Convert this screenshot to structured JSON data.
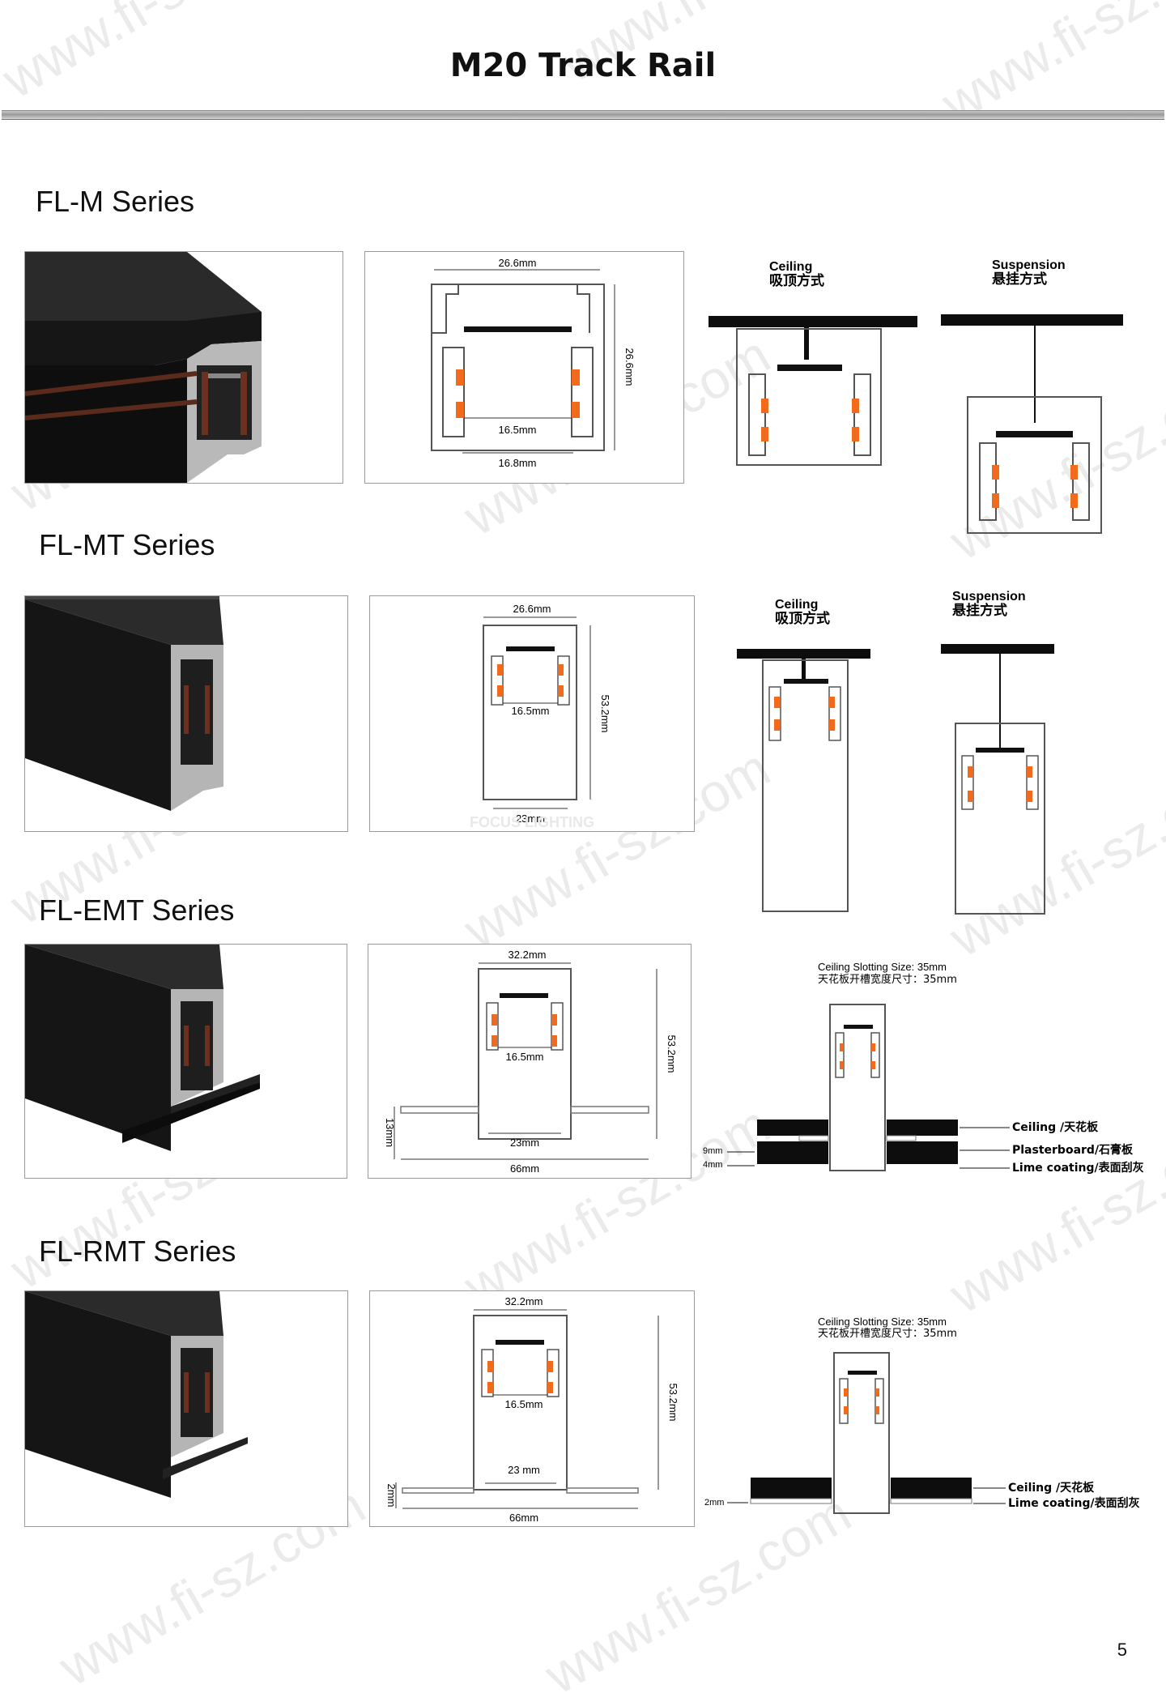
{
  "page": {
    "title": "M20 Track Rail",
    "page_number": "5",
    "watermark": "www.fi-sz.com"
  },
  "series": [
    {
      "name": "FL-M Series",
      "section_labels": {
        "width": "26.6mm",
        "height": "26.6mm",
        "inner": "16.5mm",
        "bottom": "16.8mm"
      },
      "install": {
        "ceiling_en": "Ceiling",
        "ceiling_cn": "吸顶方式",
        "suspension_en": "Suspension",
        "suspension_cn": "悬挂方式"
      }
    },
    {
      "name": "FL-MT Series",
      "section_labels": {
        "width": "26.6mm",
        "height": "53.2mm",
        "inner": "16.5mm",
        "bottom": "23mm",
        "brand": "FOCUS LIGHTING"
      },
      "install": {
        "ceiling_en": "Ceiling",
        "ceiling_cn": "吸顶方式",
        "suspension_en": "Suspension",
        "suspension_cn": "悬挂方式"
      }
    },
    {
      "name": "FL-EMT Series",
      "section_labels": {
        "width": "32.2mm",
        "height": "53.2mm",
        "inner": "16.5mm",
        "bottom": "23mm",
        "flange": "13mm",
        "total": "66mm"
      },
      "install": {
        "slot_en": "Ceiling Slotting Size:  35mm",
        "slot_cn": "天花板开槽宽度尺寸：35mm",
        "dim1": "9mm",
        "dim2": "4mm",
        "layer1": "Ceiling /天花板",
        "layer2": "Plasterboard/石膏板",
        "layer3": "Lime coating/表面刮灰"
      }
    },
    {
      "name": "FL-RMT Series",
      "section_labels": {
        "width": "32.2mm",
        "height": "53.2mm",
        "inner": "16.5mm",
        "bottom": "23 mm",
        "flange": "2mm",
        "total": "66mm"
      },
      "install": {
        "slot_en": "Ceiling Slotting Size:  35mm",
        "slot_cn": "天花板开槽宽度尺寸：35mm",
        "dim1": "2mm",
        "layer1": "Ceiling /天花板",
        "layer2": "Lime coating/表面刮灰"
      }
    }
  ],
  "colors": {
    "conductor": "#f26a1b",
    "rail_black": "#0d0d0d",
    "outline": "#555555"
  }
}
